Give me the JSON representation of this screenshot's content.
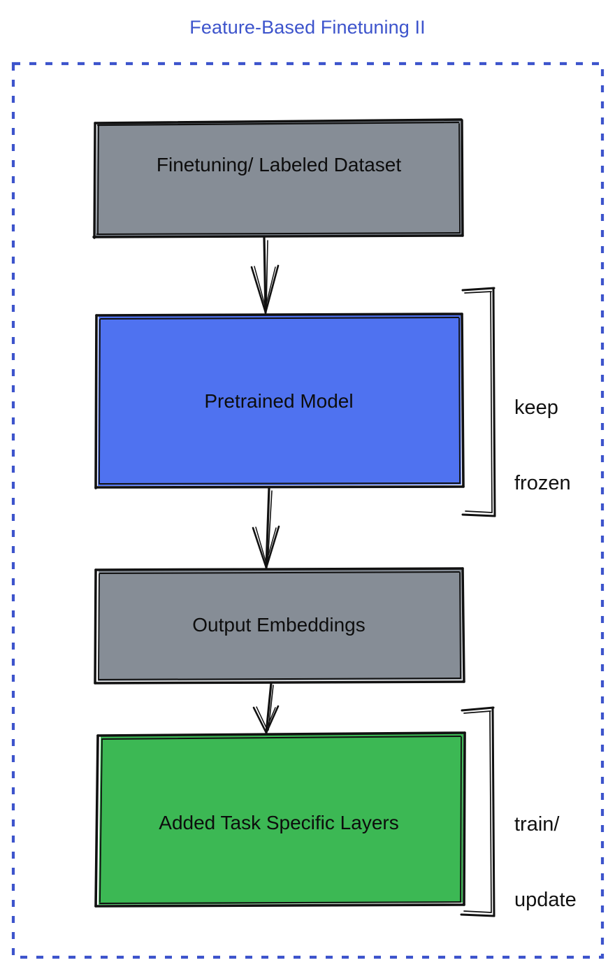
{
  "diagram": {
    "title": "Feature-Based Finetuning II",
    "title_color": "#3d54cc",
    "type": "flowchart",
    "style": "hand-drawn sketch",
    "background": "#ffffff",
    "frame": {
      "name": "dashed-frame",
      "style": "dashed",
      "color": "#3d54cc"
    },
    "nodes": [
      {
        "id": "dataset",
        "label": "Finetuning/ Labeled Dataset",
        "fill": "#868d96",
        "stroke": "#000000",
        "text_color": "#0d0d0d"
      },
      {
        "id": "pretrained",
        "label": "Pretrained Model",
        "fill": "#4f72f0",
        "stroke": "#000000",
        "text_color": "#0d0d0d"
      },
      {
        "id": "embeddings",
        "label": "Output Embeddings",
        "fill": "#868d96",
        "stroke": "#000000",
        "text_color": "#0d0d0d"
      },
      {
        "id": "tasklayers",
        "label": "Added Task Specific Layers",
        "fill": "#3cb854",
        "stroke": "#000000",
        "text_color": "#0d0d0d"
      }
    ],
    "edges": [
      {
        "from": "dataset",
        "to": "pretrained",
        "arrow": "down"
      },
      {
        "from": "pretrained",
        "to": "embeddings",
        "arrow": "down"
      },
      {
        "from": "embeddings",
        "to": "tasklayers",
        "arrow": "down"
      }
    ],
    "annotations": [
      {
        "id": "keep-frozen",
        "line1": "keep",
        "line2": "frozen",
        "target": "pretrained",
        "bracket": "right"
      },
      {
        "id": "train-update",
        "line1": "train/",
        "line2": "update",
        "target": "tasklayers",
        "bracket": "right"
      }
    ]
  }
}
